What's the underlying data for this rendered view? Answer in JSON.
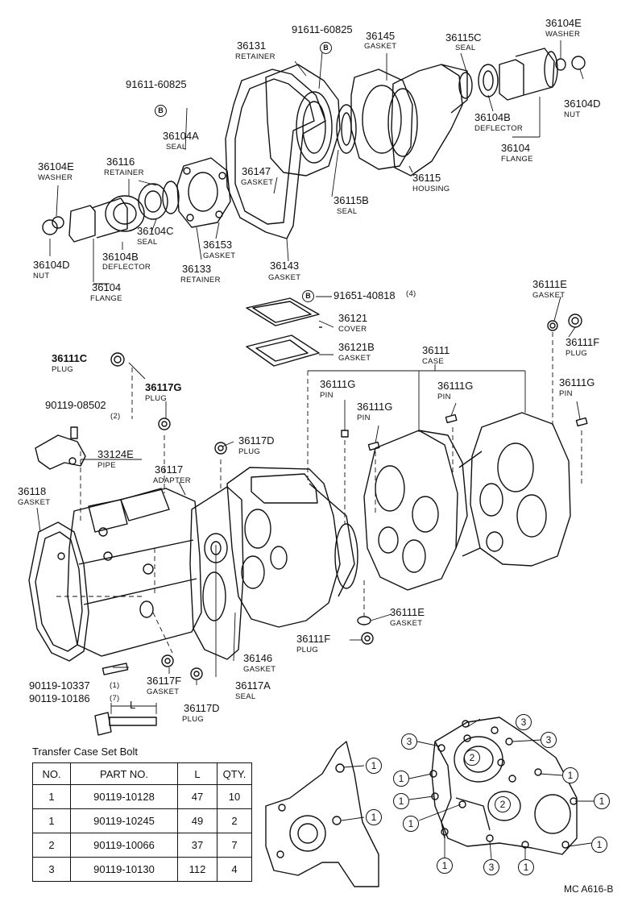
{
  "labels": {
    "p91611_top": "91611-60825",
    "p36131": "36131",
    "n36131": "RETAINER",
    "p36145": "36145",
    "n36145": "GASKET",
    "p36115C": "36115C",
    "n36115C": "SEAL",
    "p36104E_r": "36104E",
    "n36104E_r": "WASHER",
    "p36104D_r": "36104D",
    "n36104D_r": "NUT",
    "p36104B_r": "36104B",
    "n36104B_r": "DEFLECTOR",
    "p36104_r": "36104",
    "n36104_r": "FLANGE",
    "p91611_left": "91611-60825",
    "p36104A": "36104A",
    "n36104A": "SEAL",
    "p36116": "36116",
    "n36116": "RETAINER",
    "p36104E_l": "36104E",
    "n36104E_l": "WASHER",
    "p36147": "36147",
    "n36147": "GASKET",
    "p36115": "36115",
    "n36115": "HOUSING",
    "p36115B": "36115B",
    "n36115B": "SEAL",
    "p36104C": "36104C",
    "n36104C": "SEAL",
    "p36153": "36153",
    "n36153": "GASKET",
    "p36104D_l": "36104D",
    "n36104D_l": "NUT",
    "p36104B_l": "36104B",
    "n36104B_l": "DEFLECTOR",
    "p36133": "36133",
    "n36133": "RETAINER",
    "p36143": "36143",
    "n36143": "GASKET",
    "p36104_l": "36104",
    "n36104_l": "FLANGE",
    "p91651": "91651-40818",
    "q91651": "(4)",
    "p36111E_t": "36111E",
    "n36111E_t": "GASKET",
    "p36121": "36121",
    "n36121": "COVER",
    "p36121B": "36121B",
    "n36121B": "GASKET",
    "p36111F_t": "36111F",
    "n36111F_t": "PLUG",
    "p36111C": "36111C",
    "n36111C": "PLUG",
    "p36111": "36111",
    "n36111": "CASE",
    "p36111G_a": "36111G",
    "n36111G_a": "PIN",
    "p36111G_b": "36111G",
    "n36111G_b": "PIN",
    "p36111G_c": "36111G",
    "n36111G_c": "PIN",
    "p36111G_d": "36111G",
    "n36111G_d": "PIN",
    "p36117G": "36117G",
    "n36117G": "PLUG",
    "p90119_08502": "90119-08502",
    "q90119_08502": "(2)",
    "p36117D_t": "36117D",
    "n36117D_t": "PLUG",
    "p33124E": "33124E",
    "n33124E": "PIPE",
    "p36117": "36117",
    "n36117": "ADAPTER",
    "p36118": "36118",
    "n36118": "GASKET",
    "p36111E_b": "36111E",
    "n36111E_b": "GASKET",
    "p36111F_b": "36111F",
    "n36111F_b": "PLUG",
    "p36146": "36146",
    "n36146": "GASKET",
    "p90119_10337": "90119-10337",
    "q90119_10337": "(1)",
    "p90119_10186": "90119-10186",
    "q90119_10186": "(7)",
    "p36117F": "36117F",
    "n36117F": "GASKET",
    "p36117A": "36117A",
    "n36117A": "SEAL",
    "p36117D_b": "36117D",
    "n36117D_b": "PLUG",
    "len": "L",
    "bolt_b": "B"
  },
  "table": {
    "caption": "Transfer Case Set Bolt",
    "headers": [
      "NO.",
      "PART  NO.",
      "L",
      "QTY."
    ],
    "rows": [
      [
        "1",
        "90119-10128",
        "47",
        "10"
      ],
      [
        "1",
        "90119-10245",
        "49",
        "2"
      ],
      [
        "2",
        "90119-10066",
        "37",
        "7"
      ],
      [
        "3",
        "90119-10130",
        "112",
        "4"
      ]
    ]
  },
  "bolt_markers": {
    "one": "1",
    "two": "2",
    "three": "3"
  },
  "drawing_code": "MC A616-B"
}
